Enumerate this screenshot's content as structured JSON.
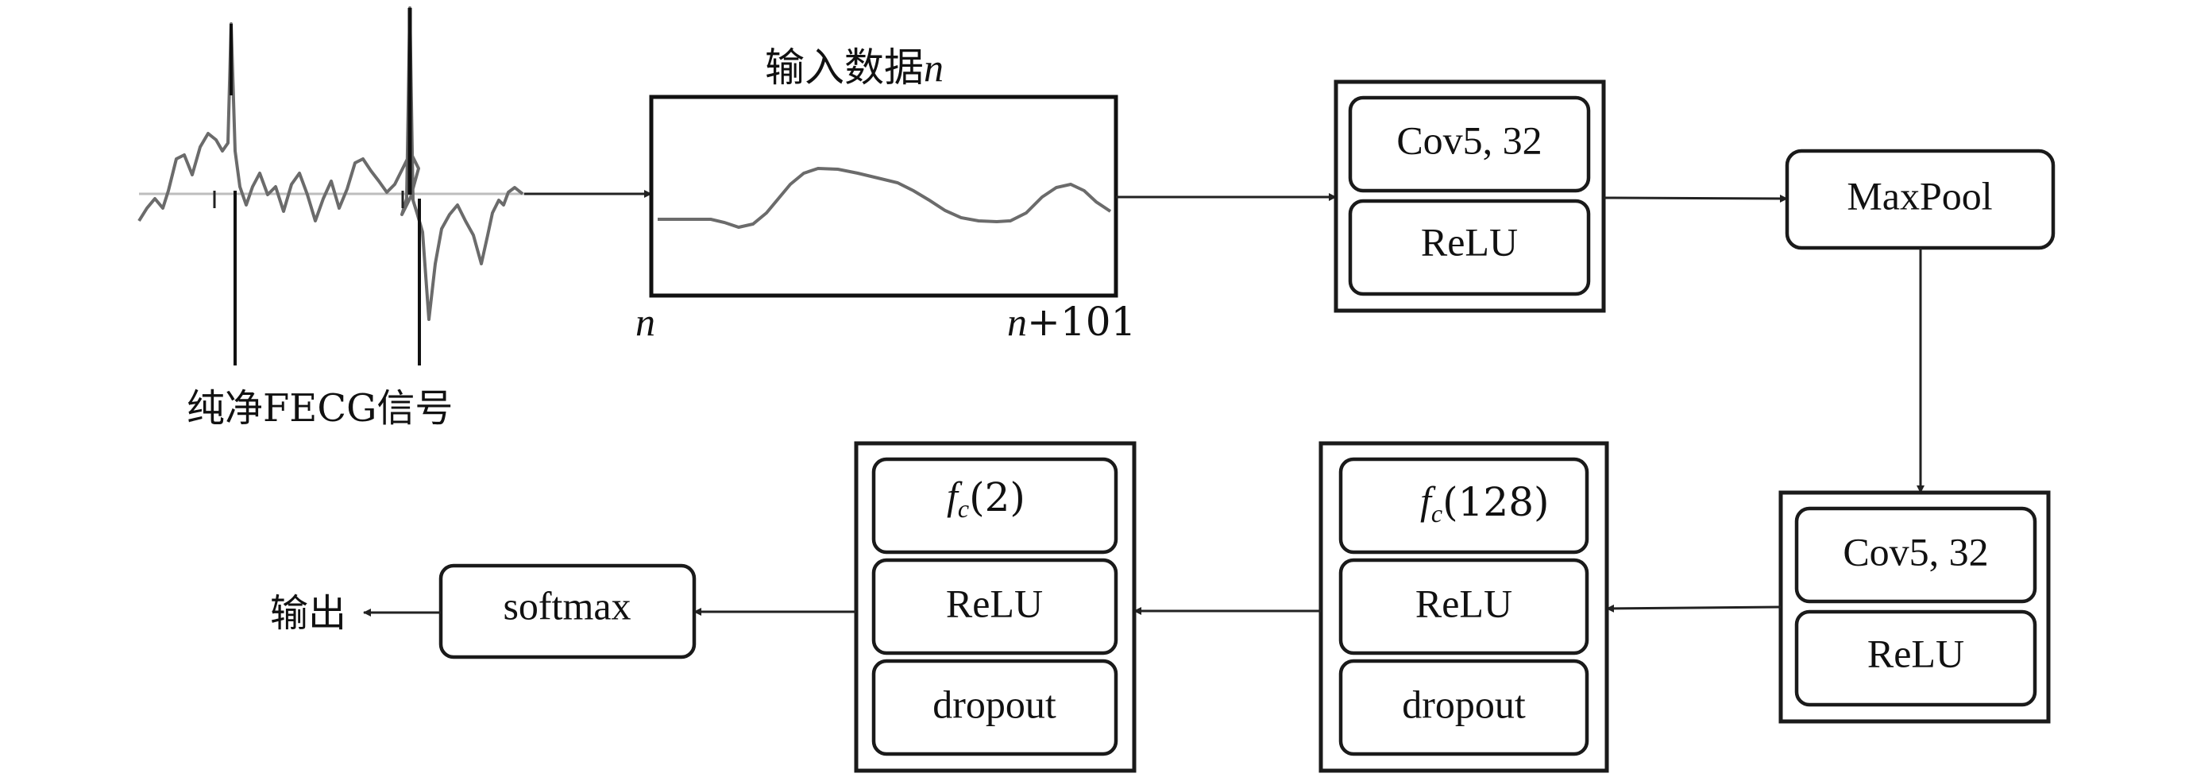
{
  "signal": {
    "label": "纯净FECG信号"
  },
  "input": {
    "title": "输入数据",
    "title_var": "n",
    "start_label": "n",
    "end_label_var": "n",
    "end_label_rest": "+101"
  },
  "conv_block_1": {
    "layer1": "Cov5, 32",
    "layer2": "ReLU"
  },
  "maxpool": {
    "label": "MaxPool"
  },
  "conv_block_2": {
    "layer1": "Cov5, 32",
    "layer2": "ReLU"
  },
  "fc_block_1": {
    "fc_symbol": "f",
    "fc_sub": "c",
    "fc_arg": "(128)",
    "layer2": "ReLU",
    "layer3": "dropout"
  },
  "fc_block_2": {
    "fc_symbol": "f",
    "fc_sub": "c",
    "fc_arg": "(2)",
    "layer2": "ReLU",
    "layer3": "dropout"
  },
  "softmax": {
    "label": "softmax"
  },
  "output": {
    "label": "输出"
  },
  "colors": {
    "stroke": "#1a1a1a",
    "background": "#ffffff",
    "signal_line": "#6b6b6b"
  }
}
